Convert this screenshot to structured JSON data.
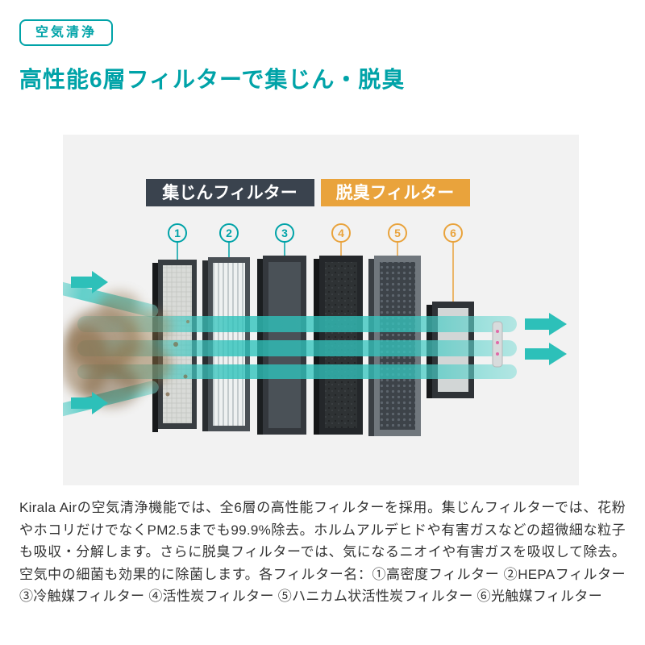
{
  "badge": {
    "label": "空気清浄"
  },
  "heading": "高性能6層フィルターで集じん・脱臭",
  "diagram": {
    "labels": {
      "dust": "集じんフィルター",
      "deodorize": "脱臭フィルター"
    },
    "numbers": [
      "1",
      "2",
      "3",
      "4",
      "5",
      "6"
    ]
  },
  "body": {
    "text": "Kirala Airの空気清浄機能では、全6層の高性能フィルターを採用。集じんフィルターでは、花粉やホコリだけでなくPM2.5までも99.9%除去。ホルムアルデヒドや有害ガスなどの超微細な粒子も吸収・分解します。さらに脱臭フィルターでは、気になるニオイや有害ガスを吸収して除去。空気中の細菌も効果的に除菌します。各フィルター名：①高密度フィルター ②HEPAフィルター ③冷触媒フィルター ④活性炭フィルター ⑤ハニカム状活性炭フィルター ⑥光触媒フィルター"
  },
  "colors": {
    "teal": "#00a3a8",
    "stream": "#2cc2bb",
    "orange": "#e9a33c",
    "label-dark": "#3a434e",
    "panel-bg": "#f2f2f2",
    "text": "#333333"
  }
}
